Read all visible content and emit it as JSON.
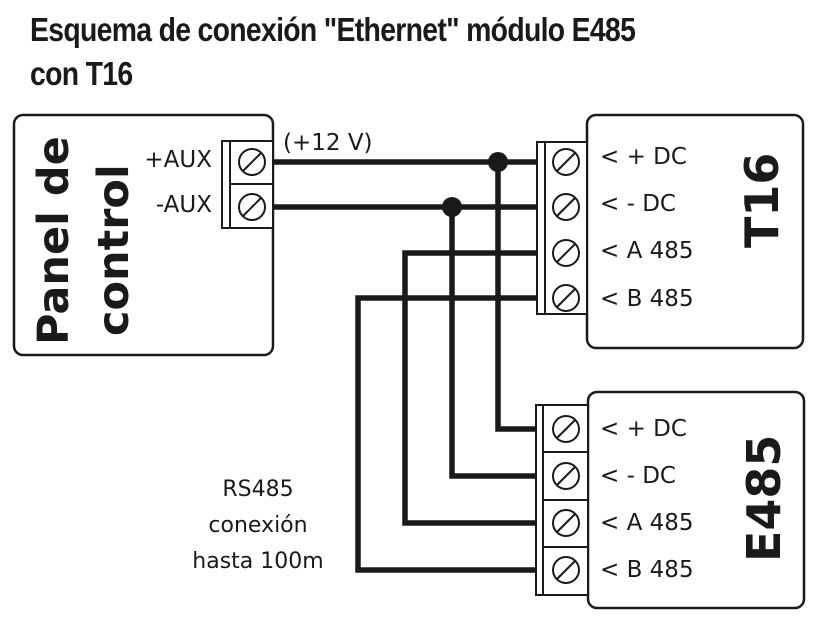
{
  "title": {
    "line1": "Esquema de conexión \"Ethernet\" módulo E485",
    "line2": "con T16"
  },
  "panel": {
    "name_line1": "Panel de",
    "name_line2": "control",
    "terminals": [
      "+AUX",
      "-AUX"
    ],
    "voltage_label": "(+12 V)"
  },
  "t16": {
    "name": "T16",
    "terminals": [
      "< + DC",
      "< - DC",
      "< A 485",
      "< B 485"
    ]
  },
  "e485": {
    "name": "E485",
    "terminals": [
      "< + DC",
      "< - DC",
      "< A 485",
      "< B 485"
    ]
  },
  "note": {
    "line1": "RS485",
    "line2": "conexión",
    "line3": "hasta 100m"
  },
  "colors": {
    "line": "#1a1a1a",
    "background": "#ffffff"
  }
}
